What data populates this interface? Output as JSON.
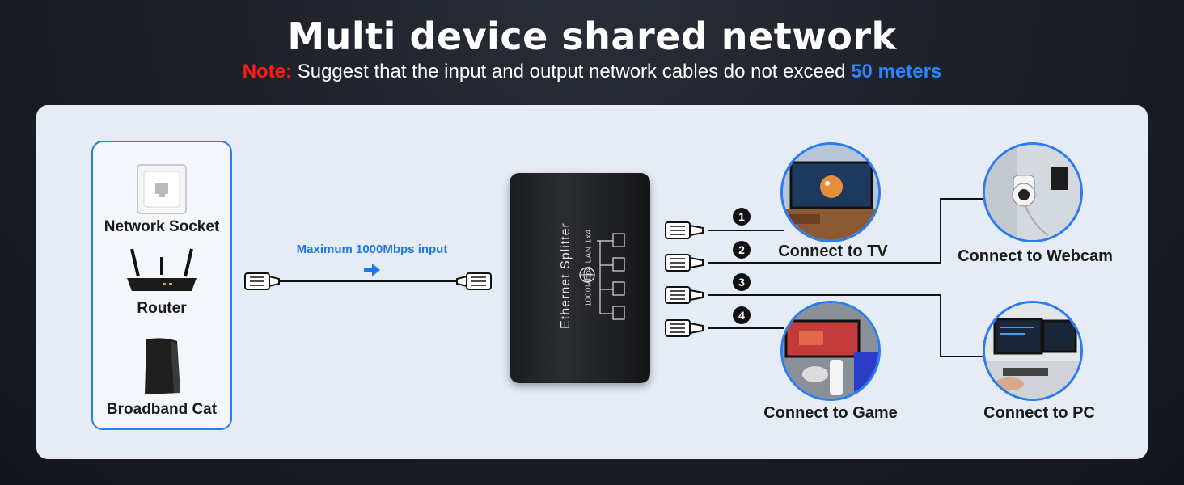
{
  "header": {
    "title": "Multi device shared network",
    "note_label": "Note:",
    "note_text": " Suggest that the input and output network cables do not exceed ",
    "note_highlight": "50 meters"
  },
  "colors": {
    "accent_blue": "#2a7cf0",
    "note_red": "#ff1a1a",
    "panel_bg": "#e6ecf6"
  },
  "sources": [
    {
      "label": "Network Socket",
      "icon": "network-socket-icon"
    },
    {
      "label": "Router",
      "icon": "router-icon"
    },
    {
      "label": "Broadband Cat",
      "icon": "broadband-modem-icon"
    }
  ],
  "input": {
    "speed_label": "Maximum 1000Mbps input",
    "arrow_icon": "right-arrow-icon"
  },
  "splitter": {
    "name": "Ethernet Splitter",
    "spec": "1000Mbps LAN 1x4",
    "logo_icon": "globe-icon"
  },
  "ports": [
    "1",
    "2",
    "3",
    "4"
  ],
  "devices": [
    {
      "label": "Connect to TV",
      "icon": "tv-icon"
    },
    {
      "label": "Connect to Webcam",
      "icon": "webcam-icon"
    },
    {
      "label": "Connect to Game",
      "icon": "game-console-icon"
    },
    {
      "label": "Connect to PC",
      "icon": "pc-icon"
    }
  ]
}
